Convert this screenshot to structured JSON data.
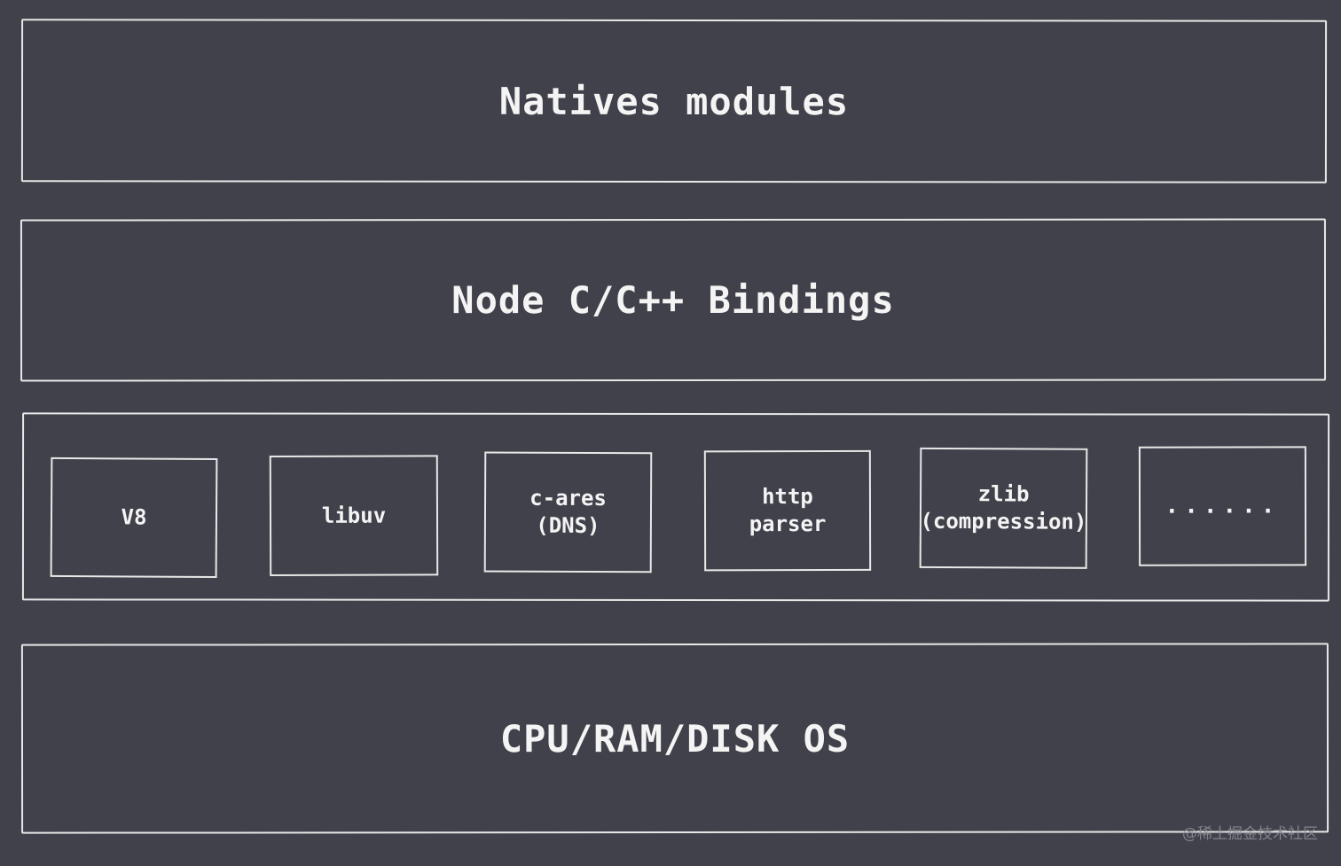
{
  "layers": {
    "natives": {
      "title": "Natives modules"
    },
    "bindings": {
      "title": "Node C/C++ Bindings"
    },
    "dependencies": {
      "items": [
        {
          "label": "V8"
        },
        {
          "label": "libuv"
        },
        {
          "label": "c-ares\n(DNS)"
        },
        {
          "label": "http\nparser"
        },
        {
          "label": "zlib\n(compression)"
        },
        {
          "label": "......"
        }
      ]
    },
    "os": {
      "title": "CPU/RAM/DISK OS"
    }
  },
  "watermark": "@稀土掘金技术社区",
  "colors": {
    "background": "#41414b",
    "stroke": "#e8e8e8",
    "text": "#f4f4f4"
  }
}
